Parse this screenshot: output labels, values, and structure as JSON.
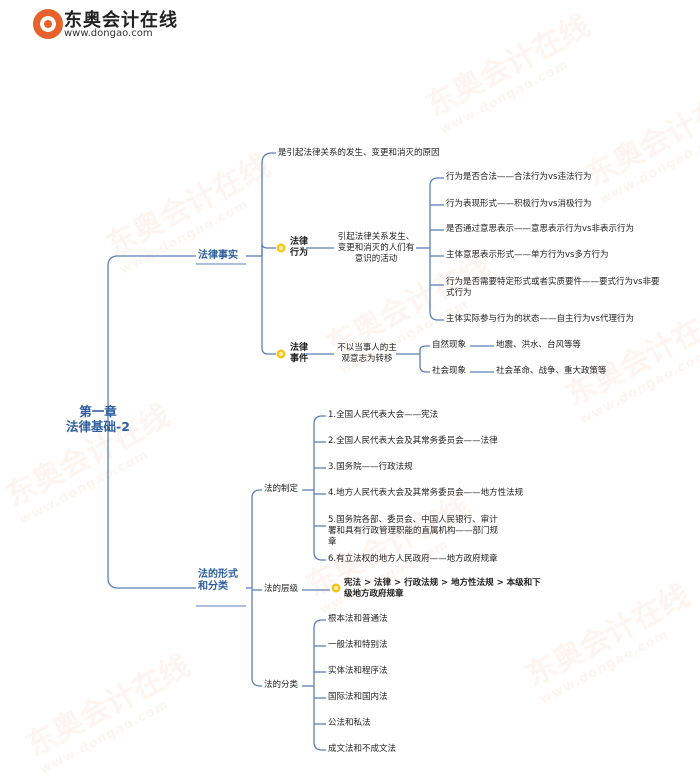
{
  "brand": {
    "name": "东奥会计在线",
    "url": "www.dongao.com",
    "logo_icon": "dongao-logo-icon"
  },
  "watermark": {
    "text": "东奥会计在线",
    "sub": "www.dongao.com"
  },
  "colors": {
    "line": "#5b7fb8",
    "title": "#2f5f9e",
    "bulb": "#f5c518"
  },
  "root": {
    "line1": "第一章",
    "line2": "法律基础-2"
  },
  "fact": {
    "label": "法律事实",
    "definition": "是引起法律关系的发生、变更和消灭的原因",
    "act": {
      "label": "法律行为",
      "desc": "引起法律关系发生、变更和消灭的人们有意识的活动",
      "items": [
        "行为是否合法——合法行为vs违法行为",
        "行为表现形式——积极行为vs消极行为",
        "是否通过意思表示——意思表示行为vs非表示行为",
        "主体意思表示形式——单方行为vs多方行为",
        "行为是否需要特定形式或者实质要件——要式行为vs非要式行为",
        "主体实际参与行为的状态——自主行为vs代理行为"
      ]
    },
    "event": {
      "label": "法律事件",
      "desc": "不以当事人的主观意志为转移",
      "items": [
        {
          "label": "自然现象",
          "detail": "地震、洪水、台风等等"
        },
        {
          "label": "社会现象",
          "detail": "社会革命、战争、重大政策等"
        }
      ]
    }
  },
  "forms": {
    "label": "法的形式和分类",
    "making": {
      "label": "法的制定",
      "items": [
        "1.全国人民代表大会——宪法",
        "2.全国人民代表大会及其常务委员会——法律",
        "3.国务院——行政法规",
        "4.地方人民代表大会及其常务委员会——地方性法规",
        "5.国务院各部、委员会、中国人民银行、审计署和具有行政管理职能的直属机构——部门规章",
        "6.有立法权的地方人民政府——地方政府规章"
      ]
    },
    "hierarchy": {
      "label": "法的层级",
      "text": "宪法 > 法律 > 行政法规 > 地方性法规 > 本级和下级地方政府规章"
    },
    "classification": {
      "label": "法的分类",
      "items": [
        "根本法和普通法",
        "一般法和特别法",
        "实体法和程序法",
        "国际法和国内法",
        "公法和私法",
        "成文法和不成文法"
      ]
    }
  }
}
